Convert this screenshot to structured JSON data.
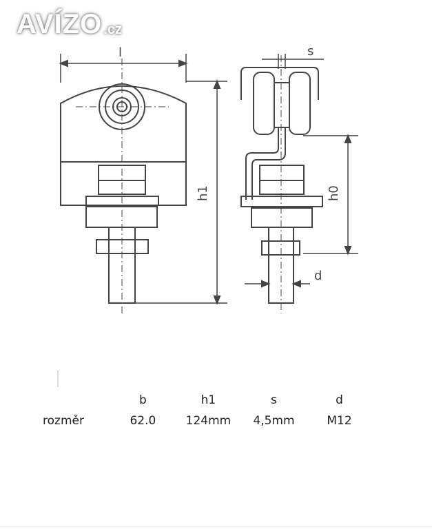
{
  "logo": {
    "main": "AVÍZO",
    "tld": ".cz"
  },
  "drawing": {
    "labels": {
      "l": "l",
      "h1": "h1",
      "s": "s",
      "h0": "h0",
      "d": "d"
    }
  },
  "table": {
    "headers": [
      "",
      "b",
      "h1",
      "s",
      "d"
    ],
    "rows": [
      [
        "rozměr",
        "62.0",
        "124mm",
        "4,5mm",
        "M12"
      ]
    ]
  }
}
